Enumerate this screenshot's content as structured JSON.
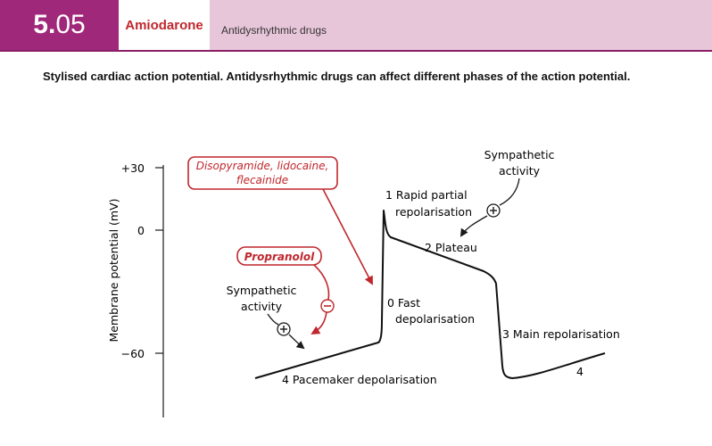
{
  "header": {
    "section_major": "5.",
    "section_minor": "05",
    "title": "Amiodarone",
    "subtitle": "Antidysrhythmic drugs"
  },
  "caption": "Stylised cardiac action potential. Antidysrhythmic drugs can affect different  phases of the action potential.",
  "axis": {
    "ylabel": "Membrane potential (mV)",
    "ticks": [
      "+30",
      "0",
      "−60"
    ]
  },
  "phases": {
    "phase1": [
      "1 Rapid partial",
      "repolarisation"
    ],
    "phase2": "2 Plateau",
    "phase0": [
      "0 Fast",
      "depolarisation"
    ],
    "phase3": "3 Main repolarisation",
    "phase4_right": "4",
    "phase4_left": "4 Pacemaker depolarisation"
  },
  "drugs": {
    "class1": [
      "Disopyramide, lidocaine,",
      "flecainide"
    ],
    "propranolol": "Propranolol"
  },
  "sympathetic_top": [
    "Sympathetic",
    "activity"
  ],
  "sympathetic_left": [
    "Sympathetic",
    "activity"
  ],
  "colors": {
    "accent": "#c0272d",
    "brand": "#a0287a",
    "header_bg": "#e8c6da"
  }
}
